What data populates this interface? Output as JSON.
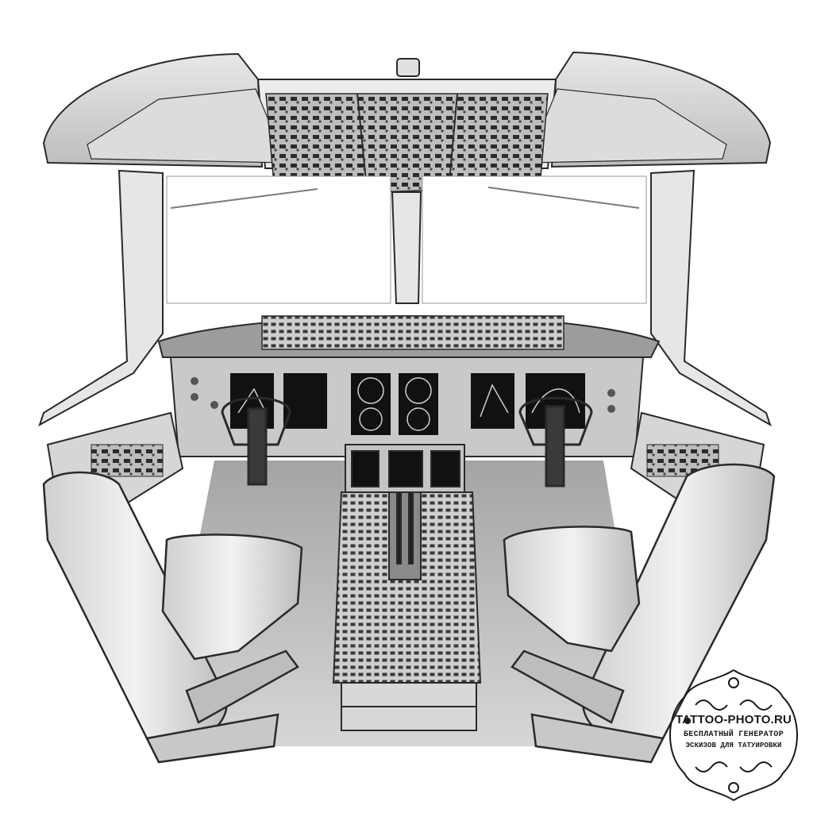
{
  "scene": {
    "subject": "pencil-sketch-airliner-cockpit",
    "palette": {
      "ink": "#2a2a2a",
      "shade": "#9a9a9a",
      "light": "#d8d8d8",
      "paper": "#ffffff",
      "screen": "#111111"
    }
  },
  "watermark": {
    "site": "TATTOO-PHOTO.RU",
    "line1": "БЕСПЛАТНЫЙ ГЕНЕРАТОР",
    "line2": "ЭСКИЗОВ ДЛЯ ТАТУИРОВКИ"
  }
}
